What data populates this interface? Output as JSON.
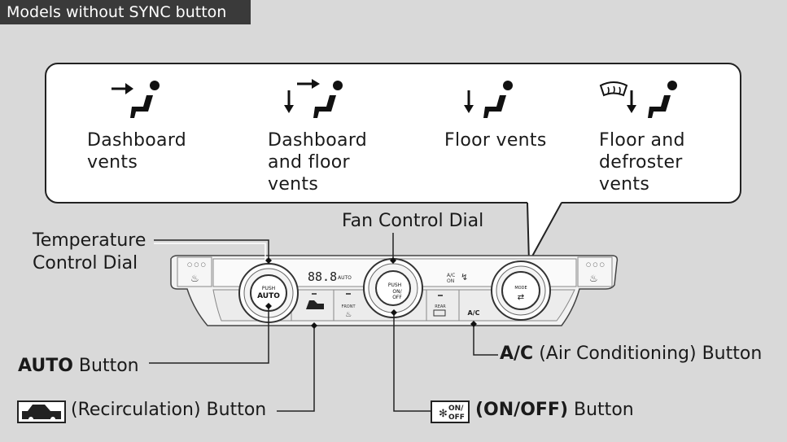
{
  "title": "Models without SYNC button",
  "modes": [
    {
      "label": "Dashboard\nvents",
      "icon": "dashboard-vents-icon"
    },
    {
      "label": "Dashboard\nand floor\nvents",
      "icon": "dashboard-floor-vents-icon"
    },
    {
      "label": "Floor vents",
      "icon": "floor-vents-icon"
    },
    {
      "label": "Floor and\ndefroster\nvents",
      "icon": "floor-defroster-vents-icon"
    }
  ],
  "labels": {
    "temperature_dial": "Temperature\nControl Dial",
    "fan_dial": "Fan Control Dial",
    "auto_bold": "AUTO",
    "auto_rest": " Button",
    "recirc": " (Recirculation) Button",
    "ac_bold": "A/C",
    "ac_rest": " (Air Conditioning) Button",
    "onoff_bold": "(ON/OFF)",
    "onoff_rest": " Button"
  },
  "panel": {
    "display": "88.8",
    "auto_small": "AUTO",
    "ac_small": "A/C",
    "push": "PUSH",
    "auto_knob": "AUTO",
    "on": "ON/",
    "off": "OFF",
    "front": "FRONT",
    "rear": "REAR",
    "mode": "MODE"
  },
  "colors": {
    "background": "#d9d9d9",
    "title_bg": "#3a3a3a"
  }
}
